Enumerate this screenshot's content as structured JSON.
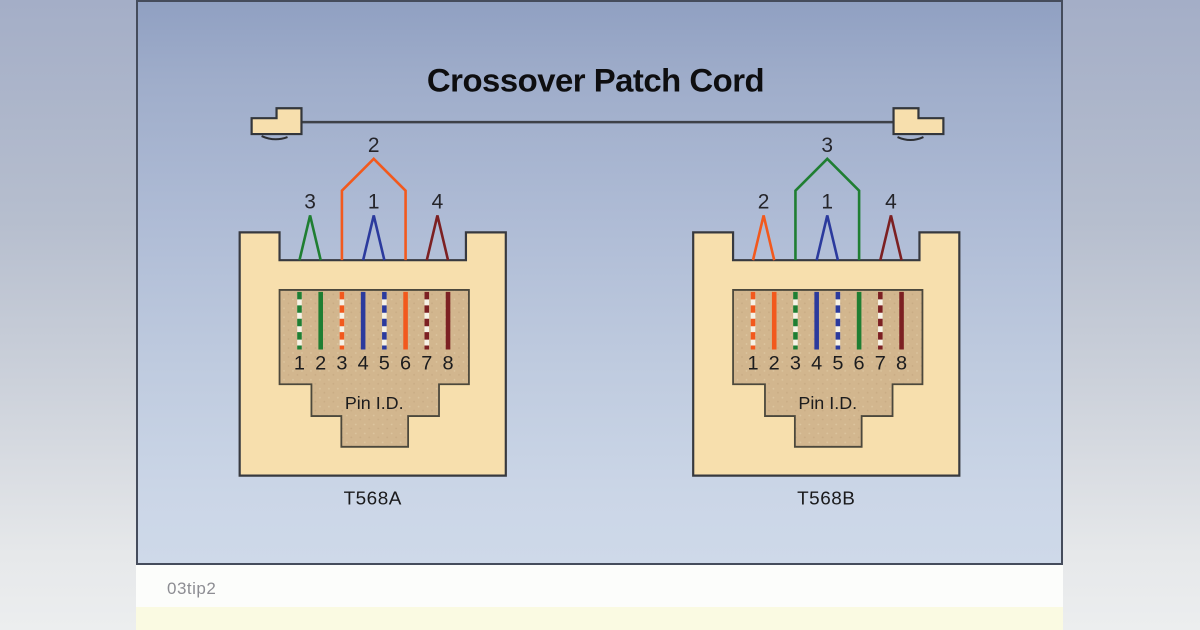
{
  "title": "Crossover Patch Cord",
  "caption": "03tip2",
  "colors": {
    "green": "#1f7e32",
    "orange": "#f2591d",
    "blue": "#2b3a9d",
    "brown": "#7c2022",
    "stripe_white": "#f6f2e6",
    "body": "#f7dfad",
    "recess": "#d2b68e",
    "outline": "#37393f",
    "panel_border": "#454c5c"
  },
  "connectors": [
    {
      "name": "T568A",
      "pin_id_label": "Pin I.D.",
      "pins": [
        "1",
        "2",
        "3",
        "4",
        "5",
        "6",
        "7",
        "8"
      ],
      "wires": [
        {
          "pin": 1,
          "color": "green",
          "striped": true
        },
        {
          "pin": 2,
          "color": "green",
          "striped": false
        },
        {
          "pin": 3,
          "color": "orange",
          "striped": true
        },
        {
          "pin": 4,
          "color": "blue",
          "striped": false
        },
        {
          "pin": 5,
          "color": "blue",
          "striped": true
        },
        {
          "pin": 6,
          "color": "orange",
          "striped": false
        },
        {
          "pin": 7,
          "color": "brown",
          "striped": true
        },
        {
          "pin": 8,
          "color": "brown",
          "striped": false
        }
      ],
      "pairs": [
        {
          "label": "3",
          "color": "green",
          "from_pin": 1,
          "to_pin": 2,
          "tall": false
        },
        {
          "label": "2",
          "color": "orange",
          "from_pin": 3,
          "to_pin": 6,
          "tall": true
        },
        {
          "label": "1",
          "color": "blue",
          "from_pin": 4,
          "to_pin": 5,
          "tall": false
        },
        {
          "label": "4",
          "color": "brown",
          "from_pin": 7,
          "to_pin": 8,
          "tall": false
        }
      ]
    },
    {
      "name": "T568B",
      "pin_id_label": "Pin I.D.",
      "pins": [
        "1",
        "2",
        "3",
        "4",
        "5",
        "6",
        "7",
        "8"
      ],
      "wires": [
        {
          "pin": 1,
          "color": "orange",
          "striped": true
        },
        {
          "pin": 2,
          "color": "orange",
          "striped": false
        },
        {
          "pin": 3,
          "color": "green",
          "striped": true
        },
        {
          "pin": 4,
          "color": "blue",
          "striped": false
        },
        {
          "pin": 5,
          "color": "blue",
          "striped": true
        },
        {
          "pin": 6,
          "color": "green",
          "striped": false
        },
        {
          "pin": 7,
          "color": "brown",
          "striped": true
        },
        {
          "pin": 8,
          "color": "brown",
          "striped": false
        }
      ],
      "pairs": [
        {
          "label": "2",
          "color": "orange",
          "from_pin": 1,
          "to_pin": 2,
          "tall": false
        },
        {
          "label": "3",
          "color": "green",
          "from_pin": 3,
          "to_pin": 6,
          "tall": true
        },
        {
          "label": "1",
          "color": "blue",
          "from_pin": 4,
          "to_pin": 5,
          "tall": false
        },
        {
          "label": "4",
          "color": "brown",
          "from_pin": 7,
          "to_pin": 8,
          "tall": false
        }
      ]
    }
  ]
}
